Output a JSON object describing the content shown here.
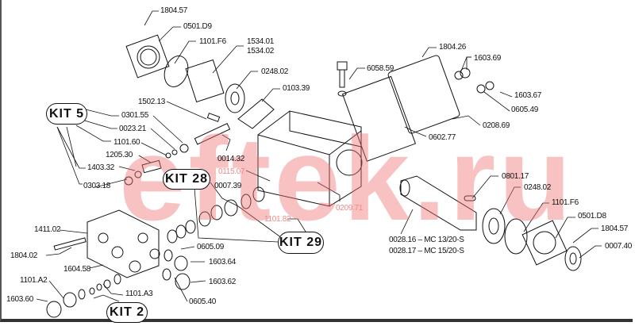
{
  "watermark": "eftek.ru",
  "kits": {
    "kit5": "KIT 5",
    "kit28": "KIT 28",
    "kit29": "KIT 29",
    "kit2": "KIT 2"
  },
  "labels": {
    "l1804_57a": "1804.57",
    "l0501_D9": "0501.D9",
    "l1101_F6a": "1101.F6",
    "l1534_01": "1534.01",
    "l1534_02": "1534.02",
    "l0248_02a": "0248.02",
    "l0103_39": "0103.39",
    "l1502_13": "1502.13",
    "l0301_55": "0301.55",
    "l0023_21": "0023.21",
    "l1101_60": "1101.60",
    "l1205_30": "1205.30",
    "l1403_32": "1403.32",
    "l0303_18": "0303.18",
    "l0014_32": "0014.32",
    "l0115_07": "0115.07",
    "l0007_39": "0007.39",
    "l1101_82": "1101.82",
    "l0209_71": "0209.71",
    "l1804_26": "1804.26",
    "l1603_69": "1603.69",
    "l6058_59": "6058.59",
    "l1603_67": "1603.67",
    "l0605_49": "0605.49",
    "l0208_69": "0208.69",
    "l0602_77": "0602.77",
    "l0801_17": "0801.17",
    "l0248_02b": "0248.02",
    "l1101_F6b": "1101.F6",
    "l0501_D8": "0501.D8",
    "l1804_57b": "1804.57",
    "l0007_40": "0007.40",
    "l0028_16": "0028.16 – MC 13/20-S",
    "l0028_17": "0028.17 – MC 15/20-S",
    "l1411_02": "1411.02",
    "l1804_02": "1804.02",
    "l1604_58": "1604.58",
    "l0605_09": "0605.09",
    "l1603_64": "1603.64",
    "l1603_62": "1603.62",
    "l1101_A2": "1101.A2",
    "l1101_A3": "1101.A3",
    "l1603_60": "1603.60",
    "l0605_40": "0605.40"
  }
}
